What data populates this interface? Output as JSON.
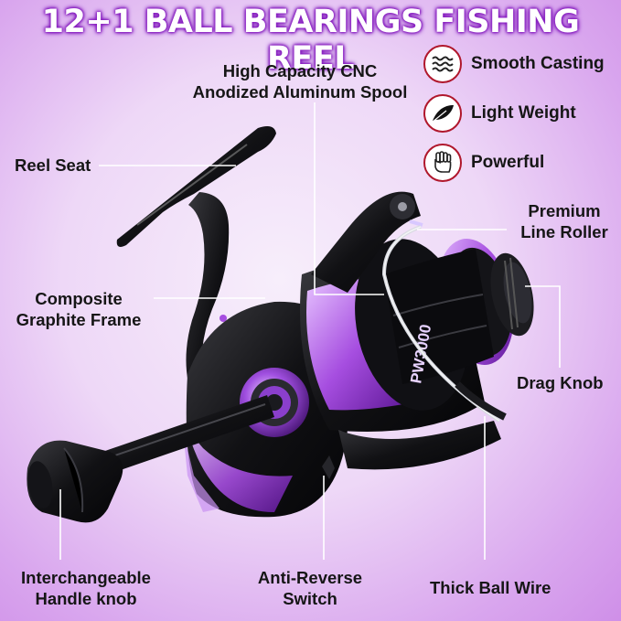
{
  "title": "12+1 BALL BEARINGS FISHING REEL",
  "features": [
    {
      "label": "Smooth Casting",
      "icon": "waves-icon"
    },
    {
      "label": "Light Weight",
      "icon": "feather-icon"
    },
    {
      "label": "Powerful",
      "icon": "fist-icon"
    }
  ],
  "callouts": {
    "spool_line1": "High Capacity CNC",
    "spool_line2": "Anodized Aluminum Spool",
    "reel_seat": "Reel Seat",
    "frame_line1": "Composite",
    "frame_line2": "Graphite Frame",
    "roller_line1": "Premium",
    "roller_line2": "Line Roller",
    "drag_knob": "Drag Knob",
    "handle_line1": "Interchangeable",
    "handle_line2": "Handle knob",
    "switch_line1": "Anti-Reverse",
    "switch_line2": "Switch",
    "bail_wire": "Thick Ball Wire"
  },
  "model": "PW3000",
  "colors": {
    "accent": "#a64ee0",
    "icon_border": "#b0172c",
    "title_glow": "#8a1fc2"
  }
}
